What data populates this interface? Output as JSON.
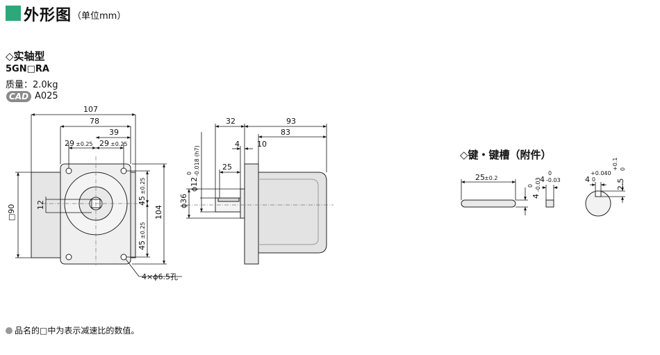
{
  "header": {
    "title": "外形图",
    "unit_note": "（单位mm）",
    "accent_color": "#2ca87a"
  },
  "section": {
    "title": "◇实轴型",
    "model": "5GN□RA",
    "mass": "质量：2.0kg",
    "cad_badge": "CAD",
    "cad_code": "A025"
  },
  "key_section": {
    "title": "◇键・键槽（附件）"
  },
  "footnote": "品名的□中为表示减速比的数值。",
  "dims": {
    "front": {
      "w107": "107",
      "w78": "78",
      "w39": "39",
      "w29a": "29",
      "w29a_tol": "±0.25",
      "w29b": "29",
      "w29b_tol": "±0.25",
      "sq90": "□90",
      "h12": "12",
      "v45a": "45",
      "v45a_tol": "±0.25",
      "v45b": "45",
      "v45b_tol": "±0.25",
      "h104": "104",
      "holes": "4×ϕ6.5孔"
    },
    "side": {
      "w32": "32",
      "w93": "93",
      "w83": "83",
      "w4": "4",
      "w10": "10",
      "w25": "25",
      "shaft": "ϕ12",
      "shaft_tol_upper": "0",
      "shaft_tol_lower": "-0.018 (h7)",
      "pilot": "ϕ36"
    },
    "key": {
      "len": "25",
      "len_tol": "±0.2",
      "h4": "4",
      "h4_tol_upper": "0",
      "h4_tol_lower": "-0.03",
      "w4": "4",
      "w4_tol_upper": "0",
      "w4_tol_lower": "-0.03",
      "slot_w": "4",
      "slot_w_tol_upper": "+0.040",
      "slot_w_tol_lower": "0",
      "slot_d": "2.5",
      "slot_d_tol_upper": "+0.1",
      "slot_d_tol_lower": "0"
    }
  }
}
